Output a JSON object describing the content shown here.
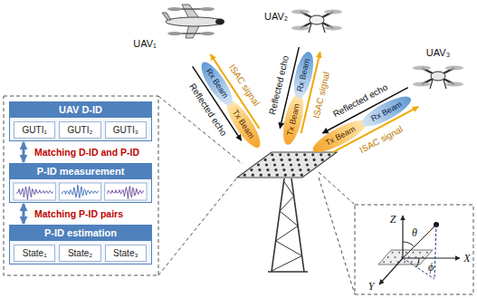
{
  "diagram": {
    "nodes": [
      {
        "text": [
          "UAV D-ID"
        ]
      },
      {
        "text": [
          "GUTI₁"
        ],
        "in": 0
      },
      {
        "text": [
          "GUTI₂"
        ],
        "in": 0
      },
      {
        "text": [
          "GUTI₃"
        ],
        "in": 0
      },
      {
        "text": [
          "P-ID measurement"
        ]
      },
      {
        "text": [
          "P-ID estimation"
        ]
      },
      {
        "text": [
          "State₁"
        ],
        "in": 5
      },
      {
        "text": [
          "State₂"
        ],
        "in": 5
      },
      {
        "text": [
          "State₃"
        ],
        "in": 5
      }
    ],
    "edges": [
      {
        "from": 0,
        "to": 4,
        "arrow": "both",
        "label": "Matching D-ID and P-ID"
      },
      {
        "from": 4,
        "to": 5,
        "arrow": "both",
        "label": "Matching P-ID pairs"
      }
    ],
    "labels": [
      "UAV₁",
      "UAV₂",
      "UAV₃",
      "Rx Beam",
      "Tx Beam",
      "ISAC signal",
      "Reflected echo",
      "Rx Beam",
      "Tx Beam",
      "ISAC signal",
      "Reflected echo",
      "Rx Beam",
      "Tx Beam",
      "ISAC signal",
      "Reflected echo",
      "Z",
      "X",
      "Y",
      "θ",
      "ϕ"
    ]
  }
}
